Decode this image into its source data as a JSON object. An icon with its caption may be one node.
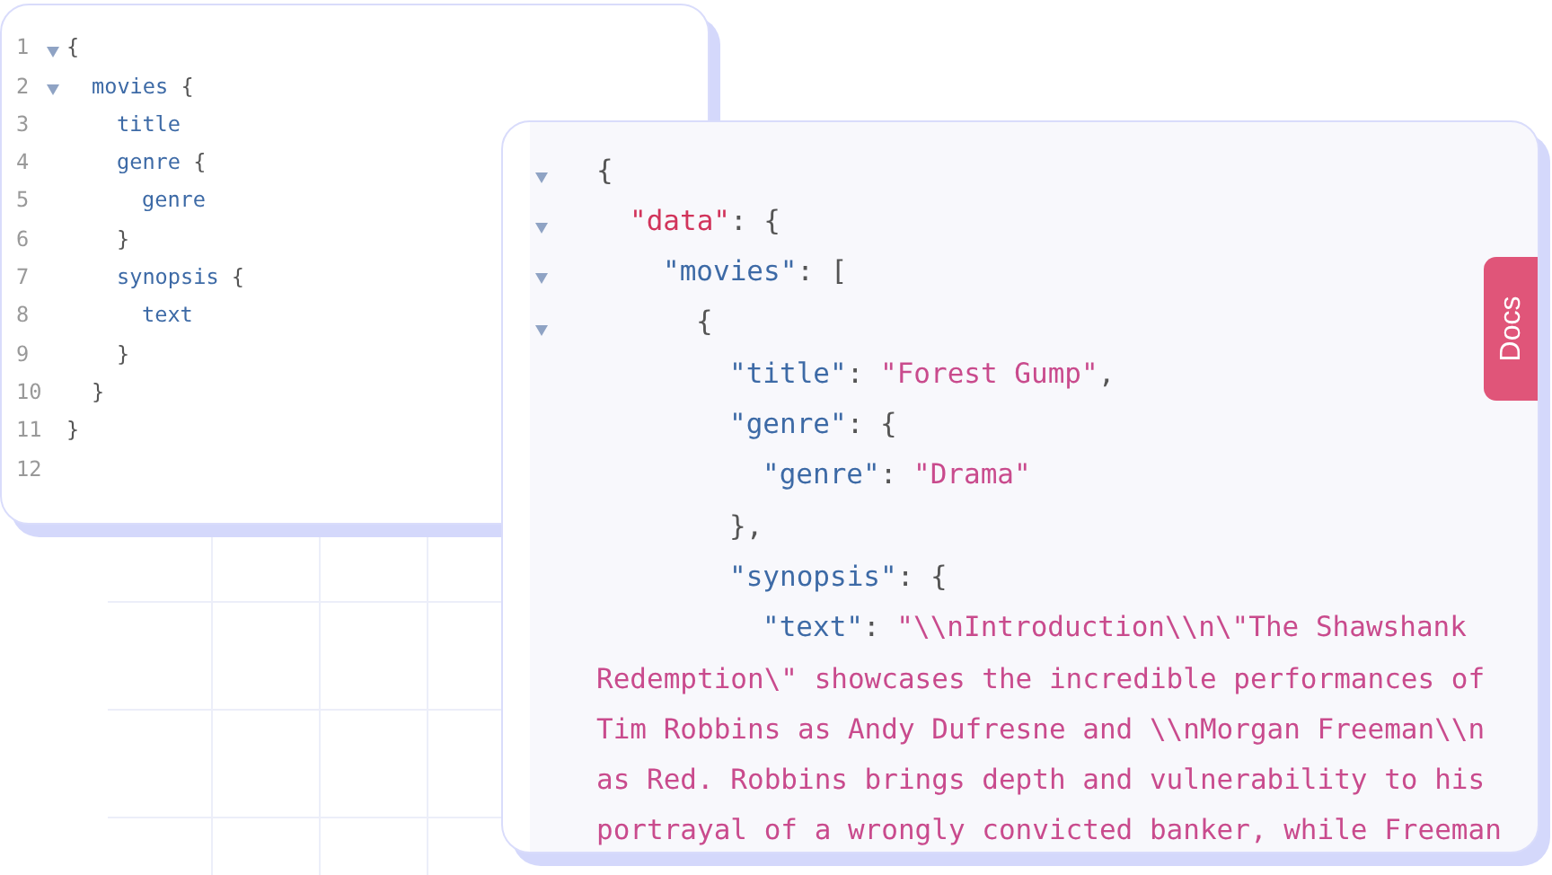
{
  "diagram": {
    "nodes": [
      {
        "text": [
          "{ movies { title genre { genre } synopsis { text } } }"
        ]
      },
      {
        "text": [
          "{ \"data\": { \"movies\": [ { \"title\": \"Forest Gump\", \"genre\": { \"genre\": \"Drama\" }, \"synopsis\": { \"text\": \"\\\\nIntroduction\\\\n\\\"The Shawshank Redemption\\\" showcases the incredible performances of Tim Robbins as Andy Dufresne and \\\\nMorgan Freeman\\\\n as Red. Robbins brings depth and vulnerability to his portrayal of a wrongly convicted banker, while Freeman"
        ]
      },
      {
        "text": [
          "Docs"
        ],
        "in": 1
      }
    ],
    "labels": [
      "1",
      "2",
      "3",
      "4",
      "5",
      "6",
      "7",
      "8",
      "9",
      "10",
      "11",
      "12"
    ]
  }
}
